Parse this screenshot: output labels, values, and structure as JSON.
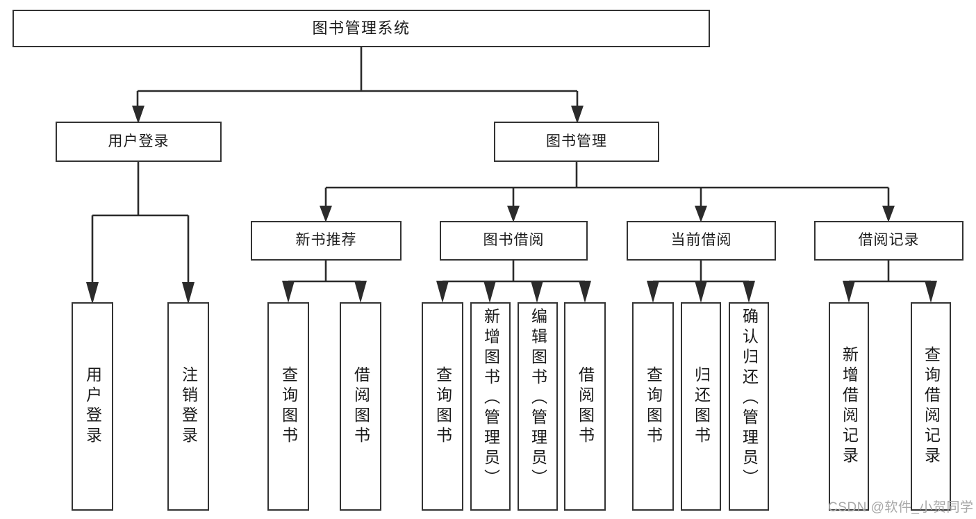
{
  "diagram": {
    "title": "图书管理系统",
    "type": "tree-hierarchy-chart",
    "root": {
      "label": "图书管理系统"
    },
    "level2": [
      {
        "label": "用户登录"
      },
      {
        "label": "图书管理"
      }
    ],
    "level3": [
      {
        "label": "新书推荐"
      },
      {
        "label": "图书借阅"
      },
      {
        "label": "当前借阅"
      },
      {
        "label": "借阅记录"
      }
    ],
    "leaves": {
      "user_login": [
        {
          "label": "用户登录"
        },
        {
          "label": "注销登录"
        }
      ],
      "new_book_recommend": [
        {
          "label": "查询图书"
        },
        {
          "label": "借阅图书"
        }
      ],
      "book_borrow": [
        {
          "label": "查询图书"
        },
        {
          "label": "新增图书（管理员）"
        },
        {
          "label": "编辑图书（管理员）"
        },
        {
          "label": "借阅图书"
        }
      ],
      "current_borrow": [
        {
          "label": "查询图书"
        },
        {
          "label": "归还图书"
        },
        {
          "label": "确认归还（管理员）"
        }
      ],
      "borrow_record": [
        {
          "label": "新增借阅记录"
        },
        {
          "label": "查询借阅记录"
        }
      ]
    }
  },
  "watermark": {
    "text": "CSDN @软件_小贺同学"
  },
  "colors": {
    "border": "#333333",
    "text": "#1a1a1a",
    "background": "#ffffff",
    "watermark": "#a8a8a8"
  }
}
